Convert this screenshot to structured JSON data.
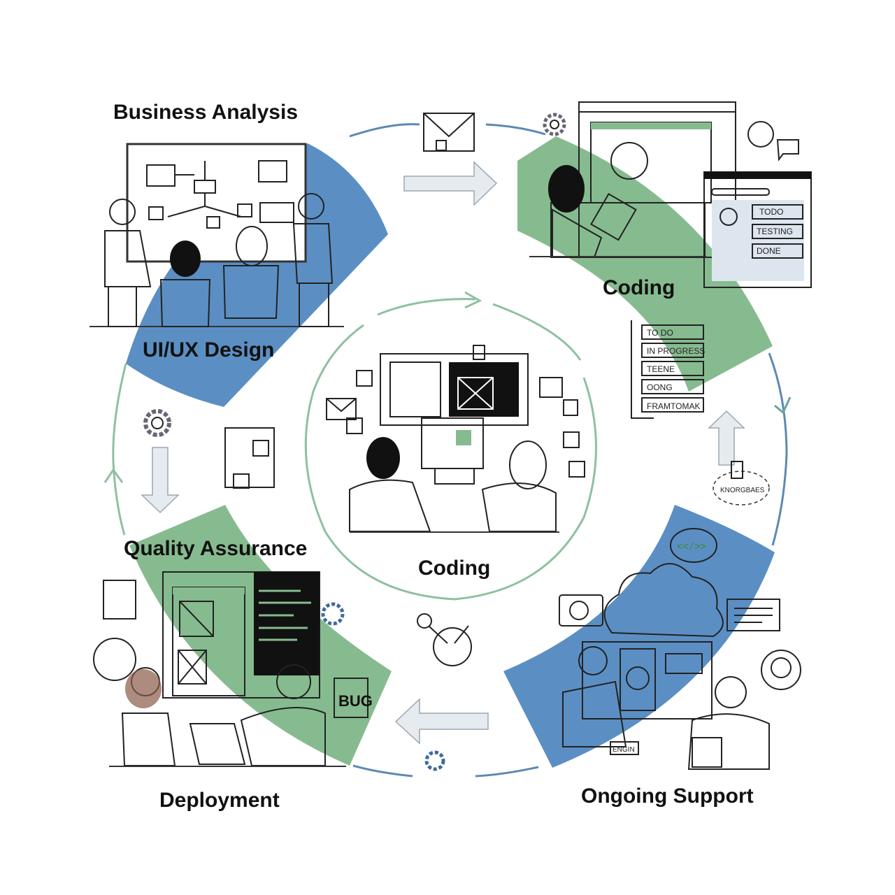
{
  "stages": {
    "business_analysis": "Business Analysis",
    "ui_ux_design": "UI/UX Design",
    "coding_top": "Coding",
    "quality_assurance": "Quality Assurance",
    "coding_center": "Coding",
    "deployment": "Deployment",
    "ongoing_support": "Ongoing Support"
  },
  "kanban_small": [
    "TODO",
    "TESTING",
    "DONE"
  ],
  "kanban_list": [
    "TO DO",
    "IN PROGRESS",
    "TEENE",
    "OONG",
    "FRAMTOMAK"
  ],
  "knowledge_base": "KNORGBAES",
  "bug_label": "BUG",
  "code_bubble": "<</>>",
  "engine_tag": "ENGIN",
  "colors": {
    "blue": "#5b8fc4",
    "green": "#86bb8f",
    "arrow": "#e6ebef",
    "ring": "#8fc0a0",
    "ring_blue": "#5d89b3"
  }
}
